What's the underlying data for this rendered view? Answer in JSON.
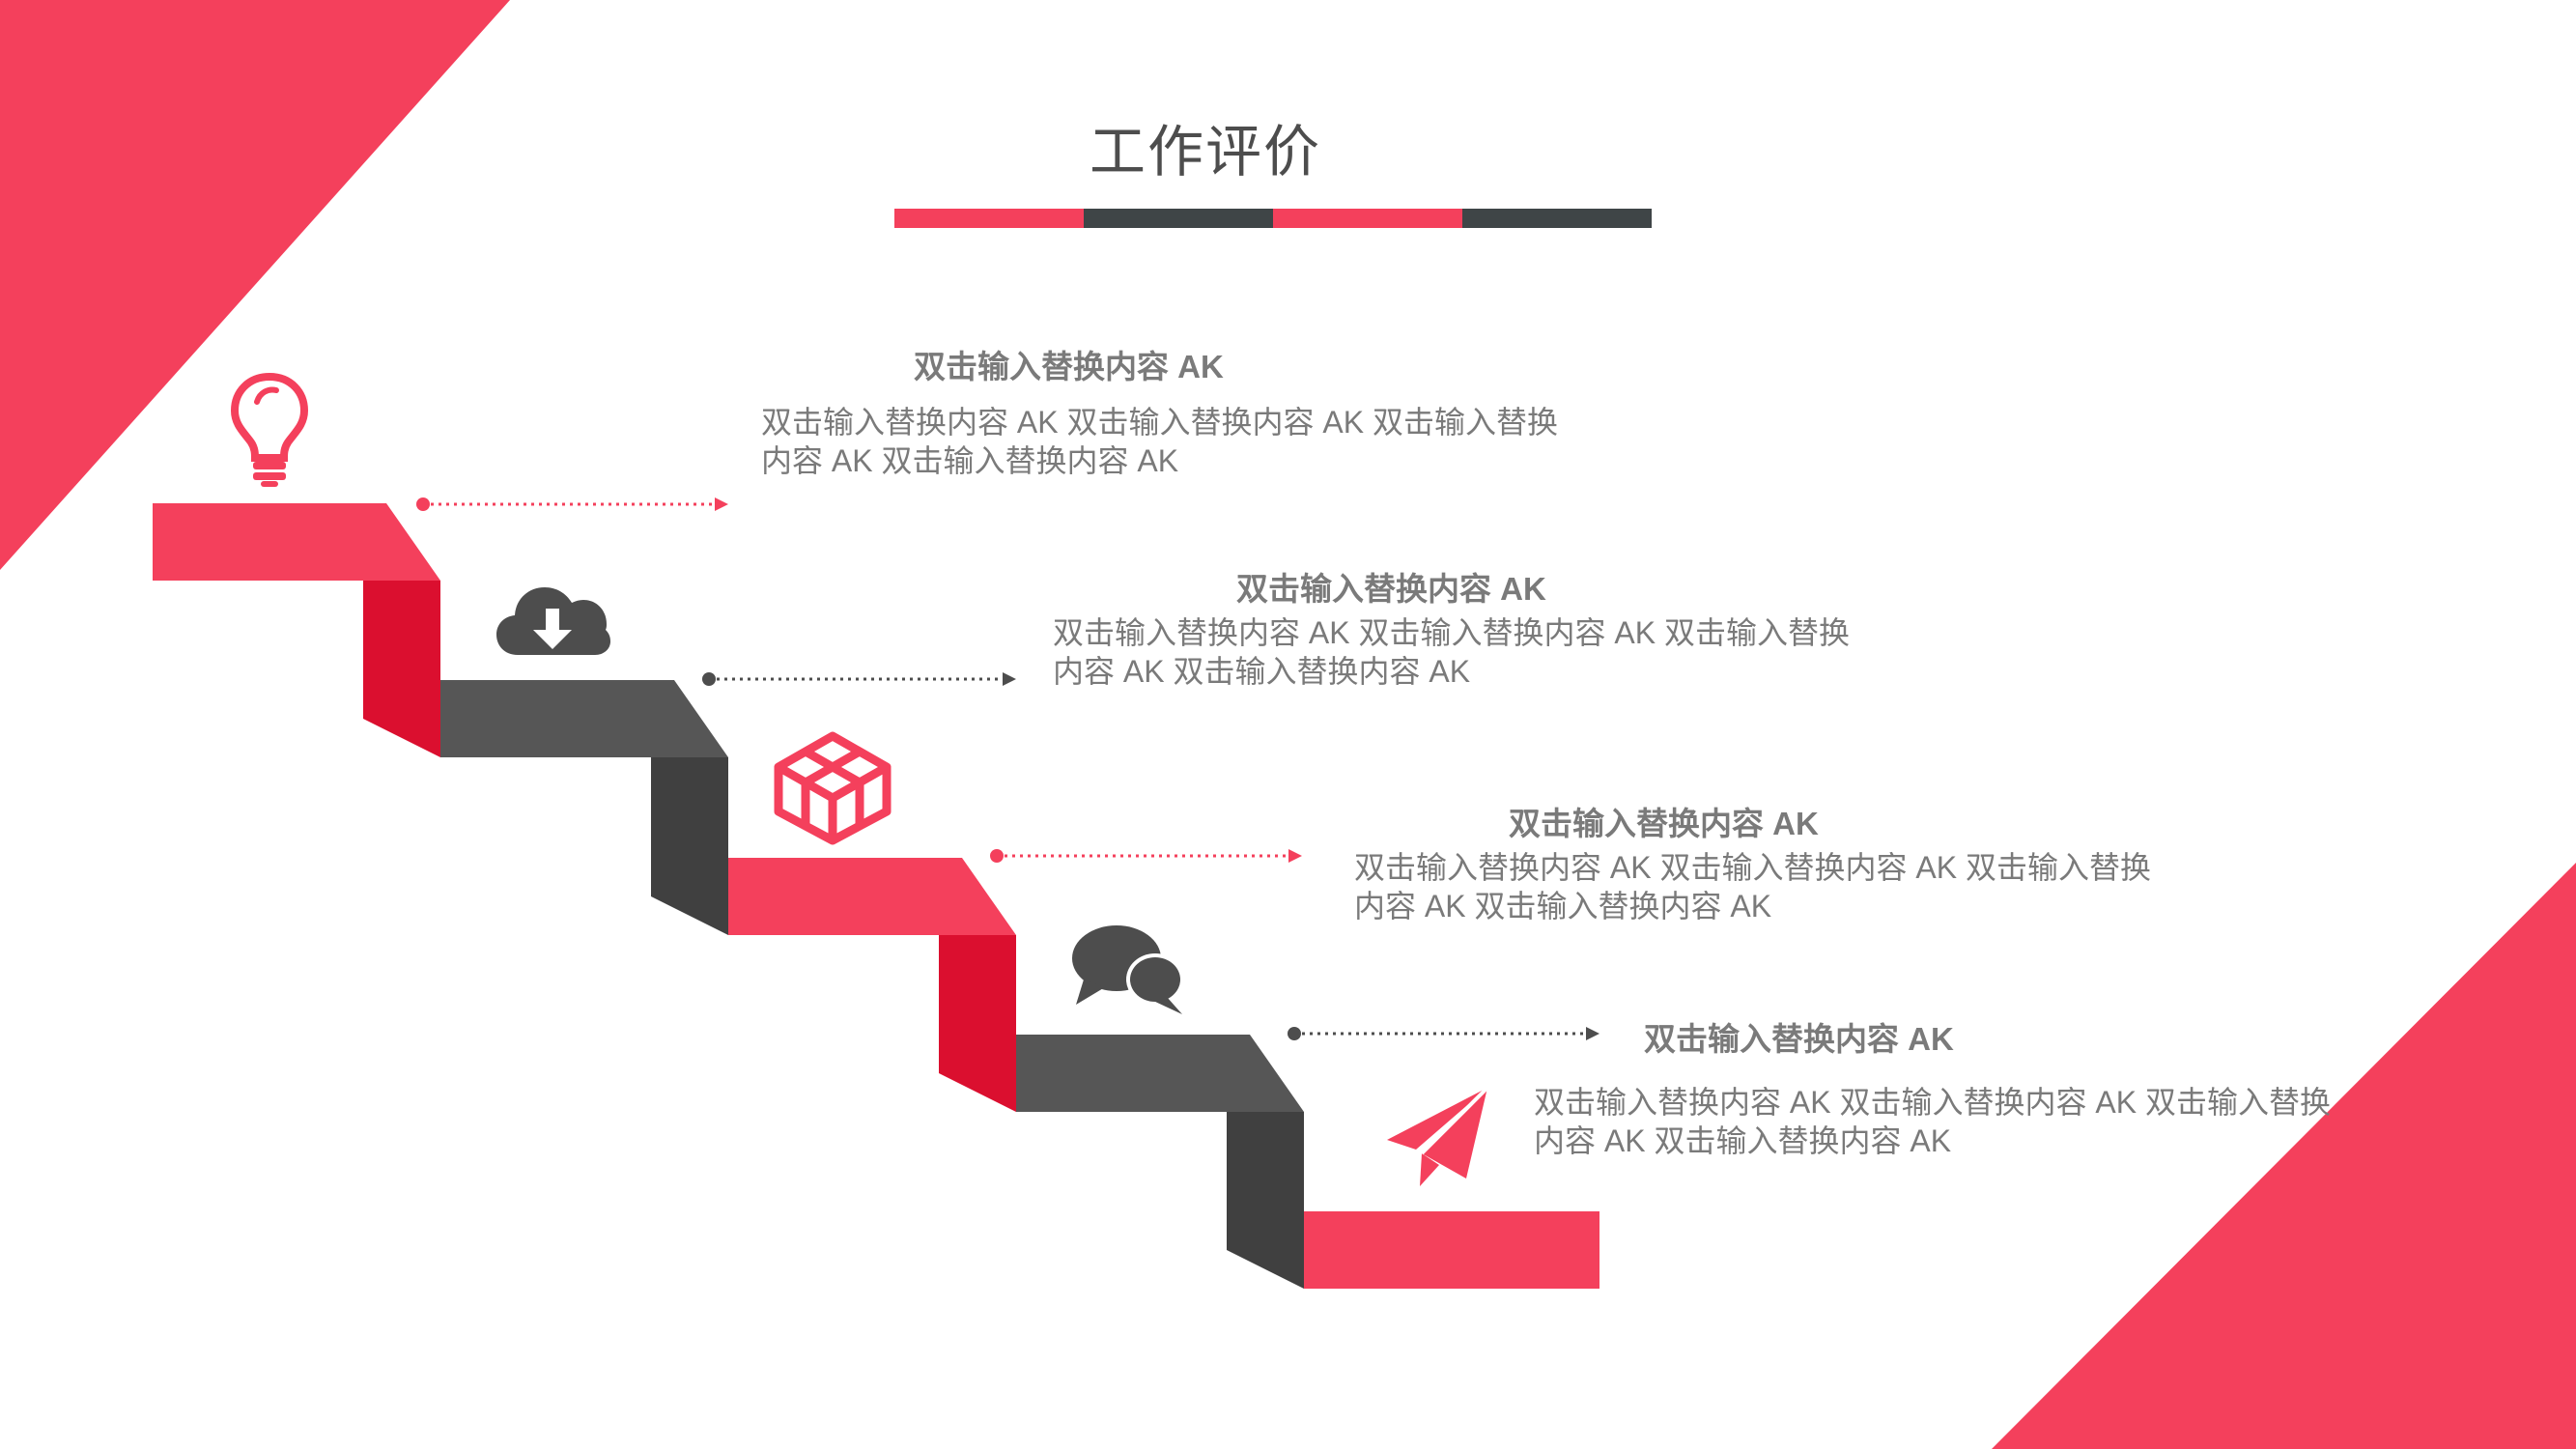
{
  "slide": {
    "title": "工作评价",
    "colors": {
      "accent": "#f4405c",
      "accent_dark": "#db0f2f",
      "dark": "#3f4547",
      "grey": "#565656",
      "text": "#7a7a7a"
    },
    "steps": [
      {
        "heading": "双击输入替换内容 AK",
        "line1": "双击输入替换内容 AK 双击输入替换内容 AK 双击输入替换",
        "line2": "内容 AK 双击输入替换内容 AK",
        "icon": "lightbulb-icon"
      },
      {
        "heading": "双击输入替换内容 AK",
        "line1": "双击输入替换内容 AK 双击输入替换内容 AK 双击输入替换",
        "line2": "内容 AK 双击输入替换内容 AK",
        "icon": "cloud-download-icon"
      },
      {
        "heading": "双击输入替换内容 AK",
        "line1": "双击输入替换内容 AK 双击输入替换内容 AK 双击输入替换",
        "line2": "内容 AK 双击输入替换内容 AK",
        "icon": "box-outline-icon"
      },
      {
        "heading": "双击输入替换内容 AK",
        "line1": "双击输入替换内容 AK 双击输入替换内容 AK 双击输入替换",
        "line2": "内容 AK 双击输入替换内容 AK",
        "icon": "chat-bubbles-icon"
      },
      {
        "icon": "paper-plane-icon"
      }
    ]
  }
}
